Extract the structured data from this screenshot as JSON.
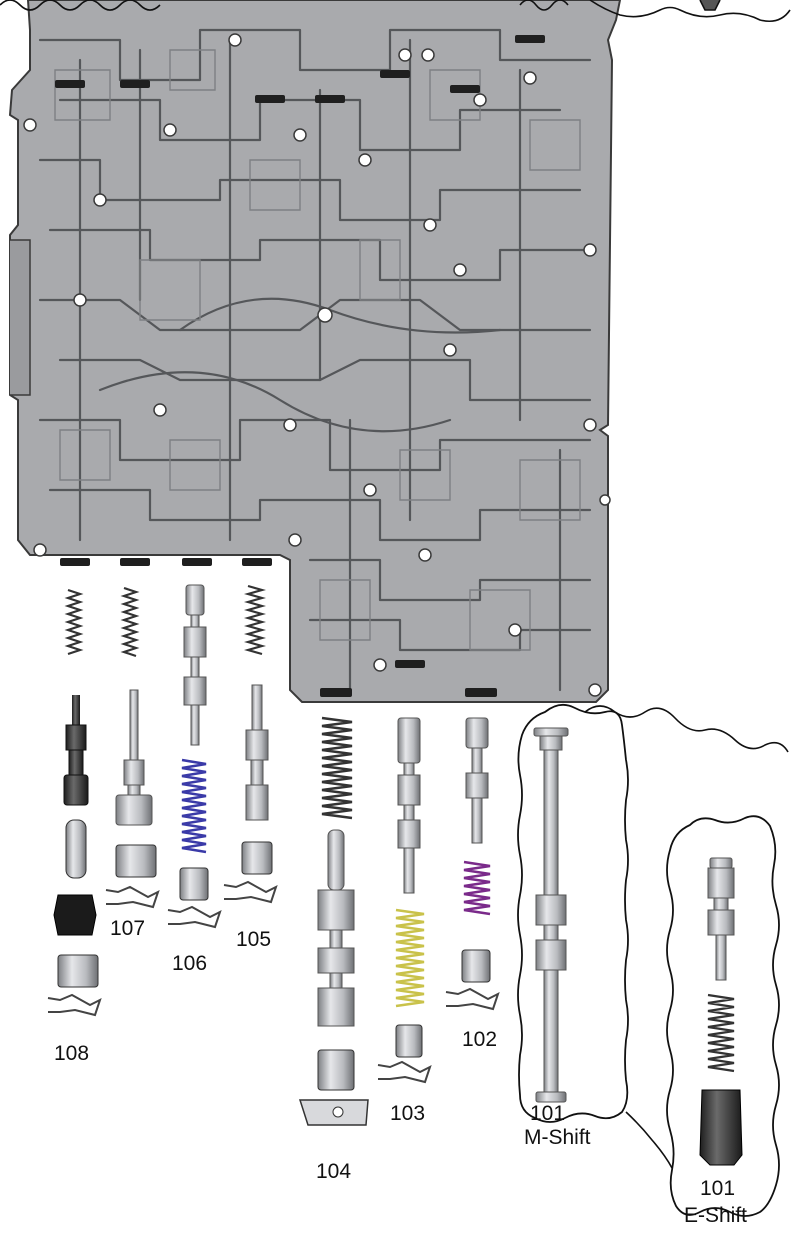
{
  "labels": {
    "p101m_num": "101",
    "p101m_name": "M-Shift",
    "p101e_num": "101",
    "p101e_name": "E-Shift",
    "p102": "102",
    "p103": "103",
    "p104": "104",
    "p105": "105",
    "p106": "106",
    "p107": "107",
    "p108": "108"
  },
  "colors": {
    "body": "#a9aaad",
    "channel": "#8a8b8e",
    "valve_metal": "#c4c6ca",
    "spring_dark": "#333333",
    "spring_blue": "#3a3aa8",
    "spring_purple": "#7a2a8a",
    "spring_yellow": "#c9c24a",
    "dark_part": "#2a2a2a"
  }
}
